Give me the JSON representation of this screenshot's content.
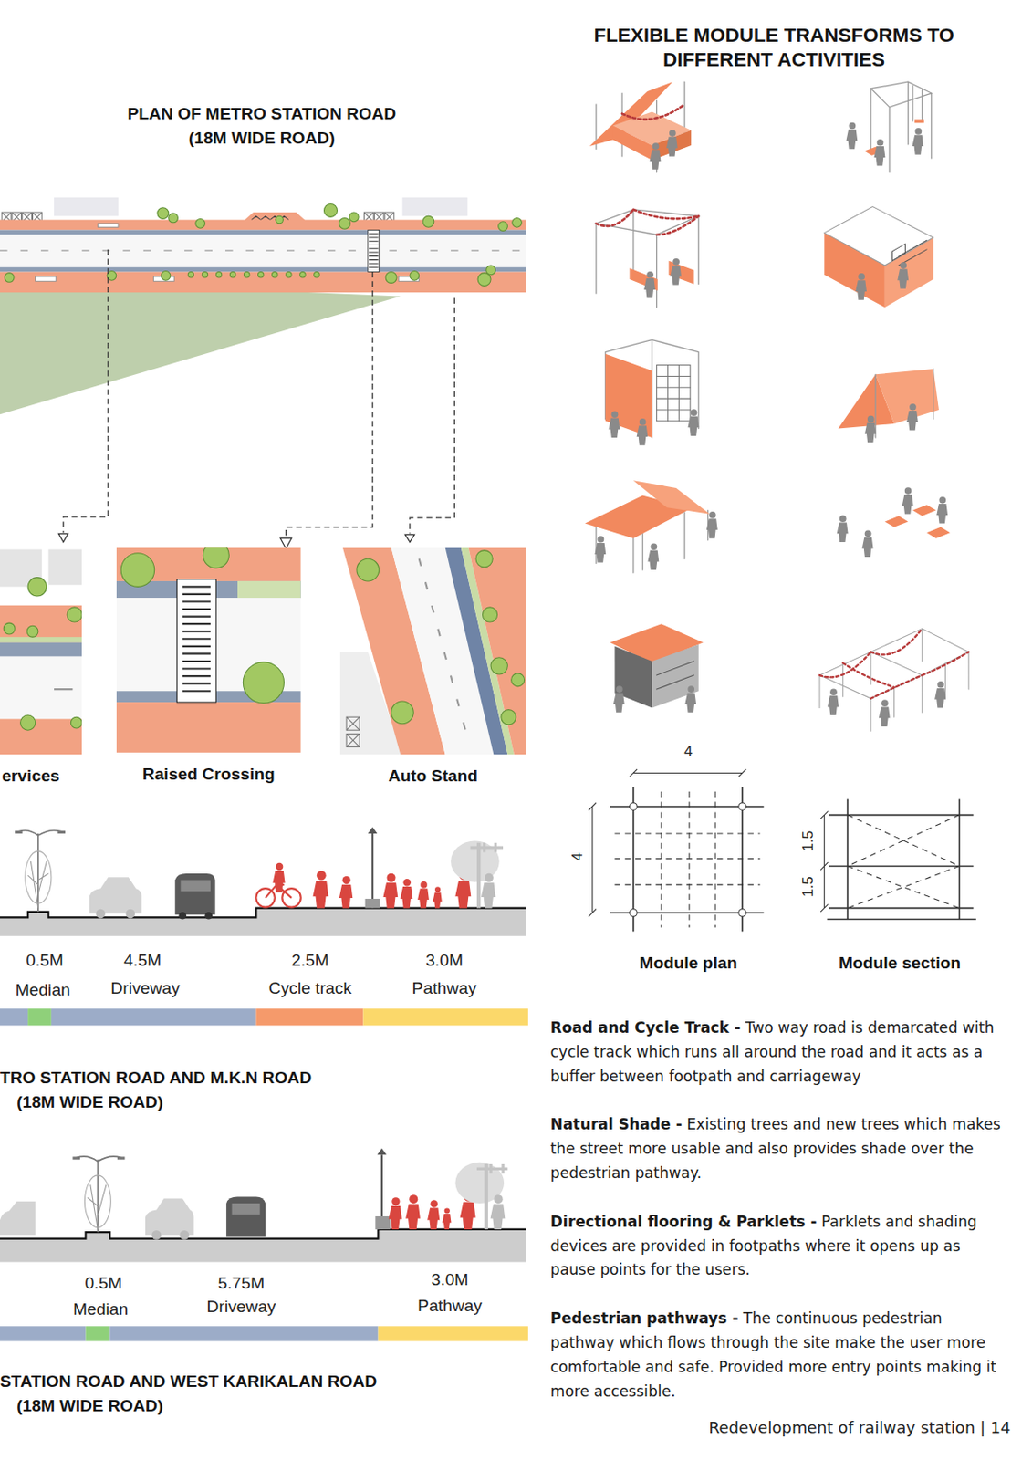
{
  "diagram": {
    "nodes": [
      {
        "text": [
          "ervices"
        ]
      },
      {
        "text": [
          "Raised Crossing"
        ]
      },
      {
        "text": [
          "Auto Stand"
        ]
      }
    ],
    "labels": [
      "FLEXIBLE MODULE TRANSFORMS TO DIFFERENT ACTIVITIES",
      "PLAN OF METRO STATION ROAD (18M WIDE ROAD)",
      "0.5M",
      "Median",
      "4.5M",
      "Driveway",
      "2.5M",
      "Cycle track",
      "3.0M",
      "Pathway",
      "TRO STATION ROAD AND M.K.N ROAD (18M WIDE ROAD)",
      "0.5M",
      "Median",
      "5.75M",
      "Driveway",
      "3.0M",
      "Pathway",
      "STATION ROAD AND WEST KARIKALAN ROAD (18M WIDE ROAD)",
      "4",
      "4",
      "1.5",
      "1.5",
      "Module plan",
      "Module section",
      "Road and Cycle Track -",
      "Two way road is demarcated with cycle track which runs all around the road and it acts as a buffer between footpath and carriageway",
      "Natural Shade -",
      "Existing trees and new trees which makes the street more usable and also provides shade over the pedestrian pathway.",
      "Directional flooring & Parklets -",
      "Parklets and shading devices are provided in footpaths where it opens up as pause points for the users.",
      "Pedestrian pathways -",
      "The continuous pedestrian pathway which flows through the site make the user more comfortable and safe. Provided more entry points making it more accessible.",
      "Redevelopment of railway station | 14"
    ]
  }
}
